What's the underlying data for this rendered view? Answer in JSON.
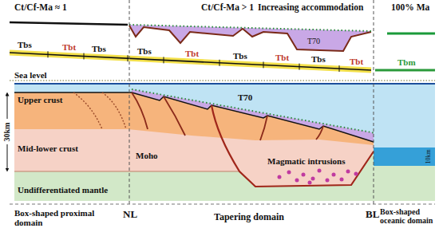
{
  "diagram": {
    "labels": [
      "Ct/Cf-Ma ≈ 1",
      "Ct/Cf-Ma > 1",
      "Increasing accommodation",
      "100% Ma",
      "T70",
      "Tbs",
      "Tbt",
      "Tbs",
      "Tbs",
      "Tbt",
      "Tbs",
      "Tbt",
      "Tbs",
      "Tbt",
      "Tbm",
      "Sea level",
      "Upper crust",
      "30km",
      "Mid-lower crust",
      "Moho",
      "T70",
      "10km",
      "Magmatic intrusions",
      "Undifferentiated mantle",
      "Box-shaped proximal domain",
      "NL",
      "Tapering domain",
      "BL",
      "Box-shaped oceanic domain"
    ]
  }
}
